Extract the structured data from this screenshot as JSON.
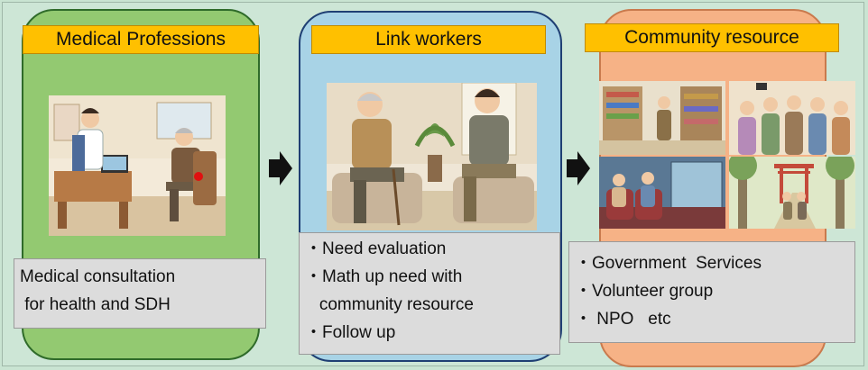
{
  "columns": [
    {
      "header": "Medical Professions",
      "textbox": [
        "Medical consultation",
        " for health and SDH"
      ]
    },
    {
      "header": "Link workers",
      "textbox": [
        "・Need evaluation",
        "・Math up need with",
        "   community resource",
        "・Follow up"
      ]
    },
    {
      "header": "Community resource",
      "textbox": [
        "・Government  Services",
        "・Volunteer group",
        "・ NPO   etc"
      ]
    }
  ],
  "colors": {
    "background": "#c9e4d2",
    "medical_panel": "#93c971",
    "link_panel": "#a8d3e6",
    "community_panel": "#f6b286",
    "header_fill": "#ffc000",
    "textbox_fill": "#dcdcdc"
  },
  "icons": [
    "right-arrow-icon",
    "right-arrow-icon"
  ]
}
